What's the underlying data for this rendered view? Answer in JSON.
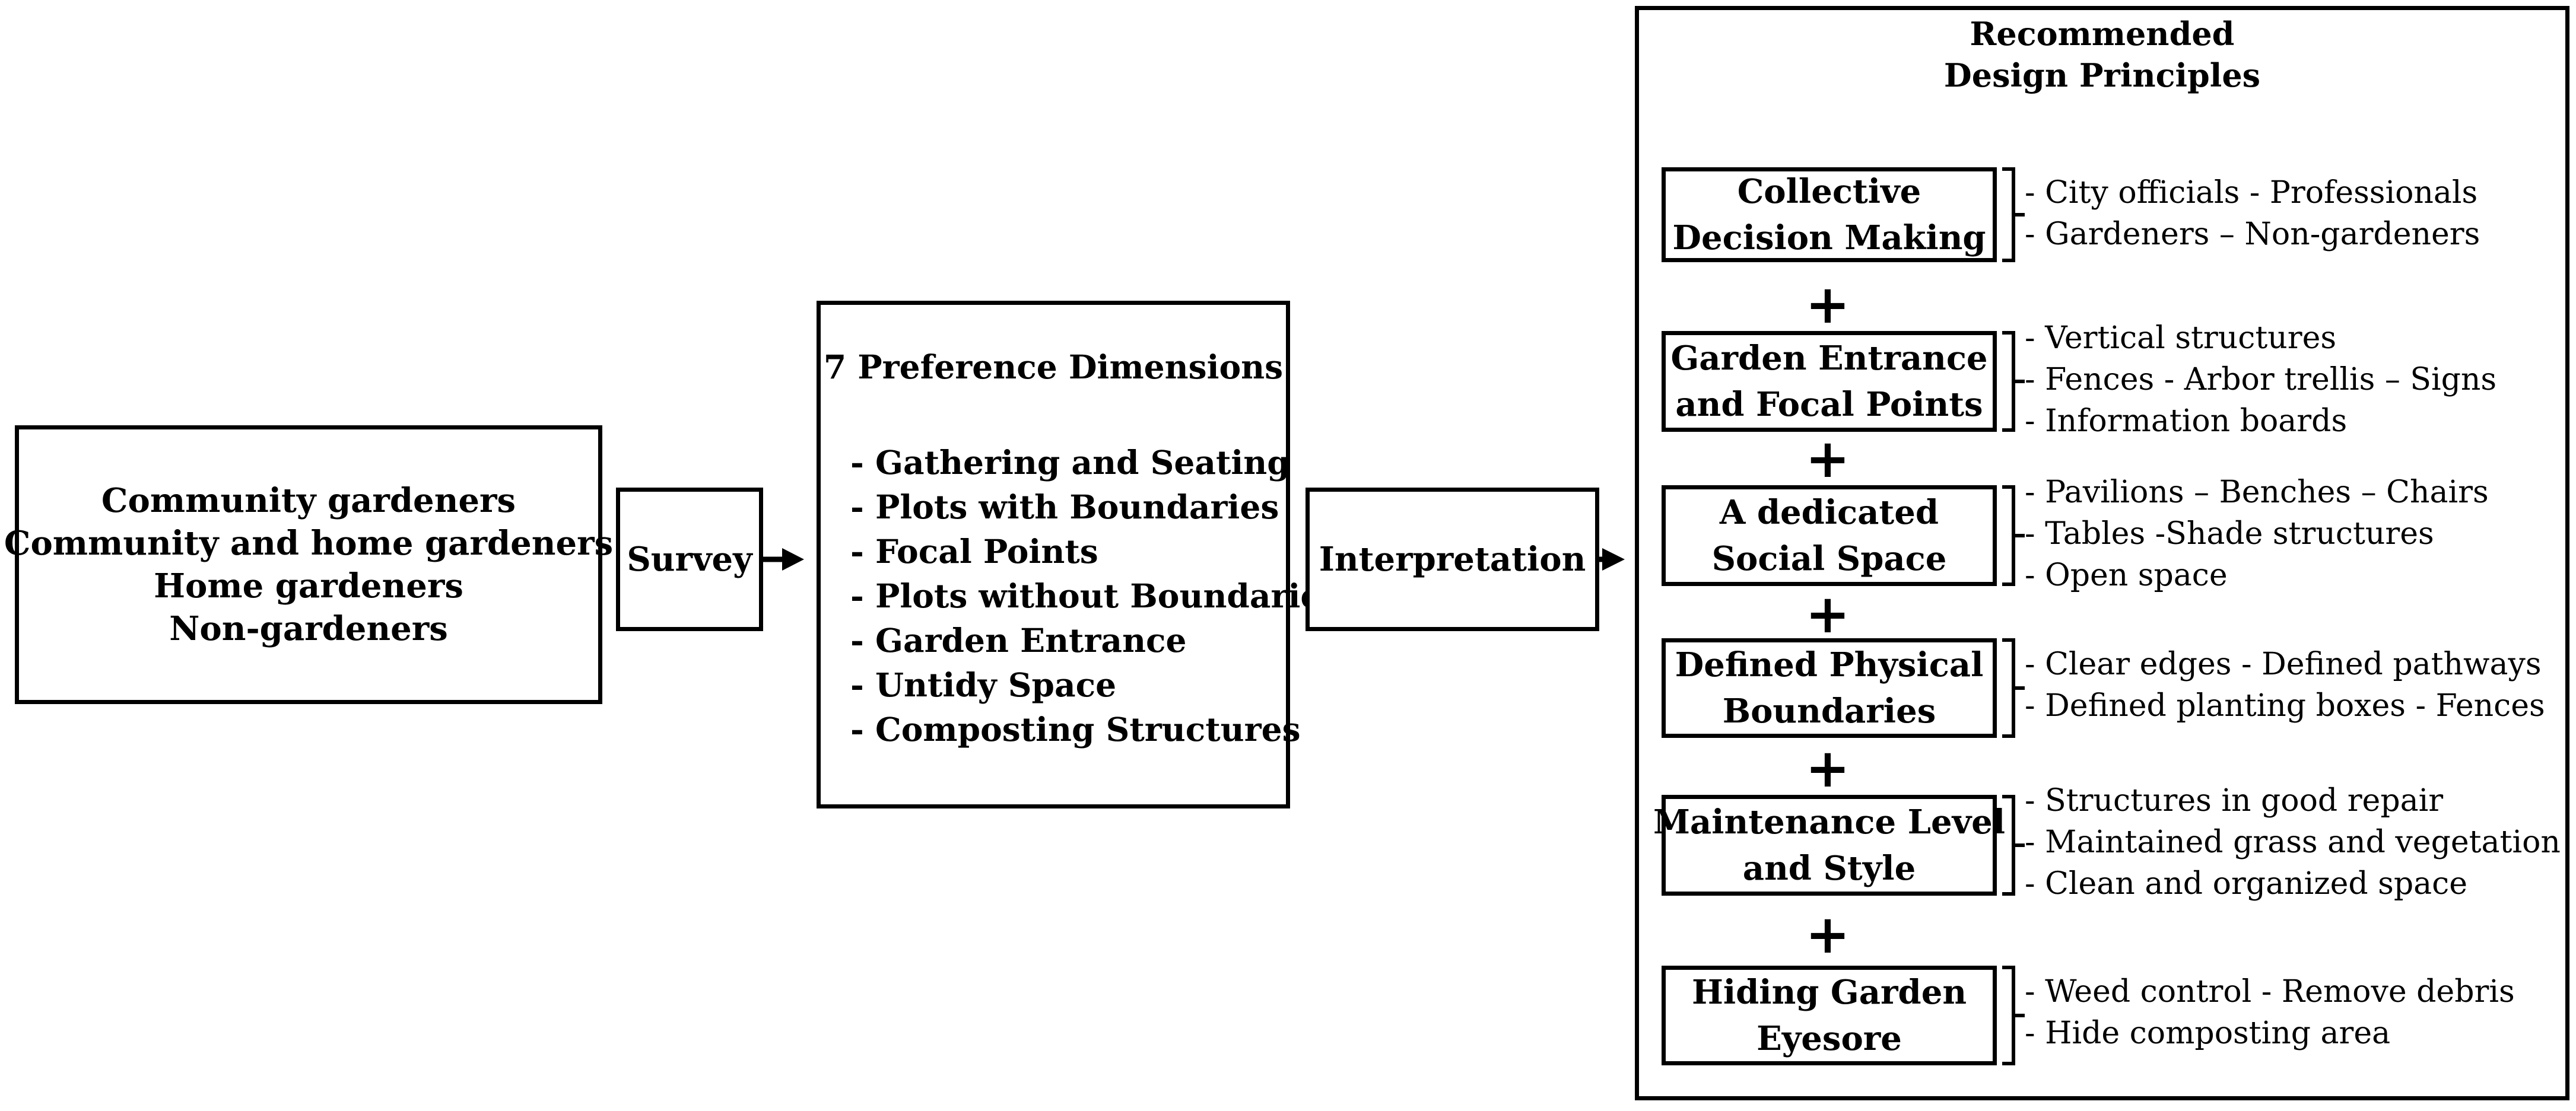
{
  "participants": {
    "lines": [
      "Community gardeners",
      "Community and home gardeners",
      "Home gardeners",
      "Non-gardeners"
    ]
  },
  "survey": {
    "label": "Survey"
  },
  "preferences": {
    "title": "7 Preference Dimensions",
    "items": [
      "- Gathering and Seating",
      "- Plots with Boundaries",
      "- Focal Points",
      "- Plots without Boundaries",
      "- Garden Entrance",
      "- Untidy Space",
      "- Composting Structures"
    ]
  },
  "interpretation": {
    "label": "Interpretation"
  },
  "recommended": {
    "title_lines": [
      "Recommended",
      "Design Principles"
    ],
    "plus_symbol": "+",
    "principles": [
      {
        "lines": [
          "Collective",
          "Decision Making"
        ],
        "details": [
          "- City officials - Professionals",
          "- Gardeners – Non-gardeners"
        ]
      },
      {
        "lines": [
          "Garden Entrance",
          "and Focal Points"
        ],
        "details": [
          "- Vertical structures",
          "- Fences - Arbor trellis – Signs",
          "- Information boards"
        ]
      },
      {
        "lines": [
          "A dedicated",
          "Social Space"
        ],
        "details": [
          "- Pavilions – Benches – Chairs",
          "- Tables -Shade structures",
          "- Open space"
        ]
      },
      {
        "lines": [
          "Defined Physical",
          "Boundaries"
        ],
        "details": [
          "- Clear edges - Defined pathways",
          "- Defined planting boxes - Fences"
        ]
      },
      {
        "lines": [
          "Maintenance Level",
          "and Style"
        ],
        "details": [
          "- Structures in good repair",
          "- Maintained grass and vegetation",
          "- Clean and organized space"
        ]
      },
      {
        "lines": [
          "Hiding Garden",
          "Eyesore"
        ],
        "details": [
          "- Weed control - Remove debris",
          "- Hide composting area"
        ]
      }
    ]
  }
}
